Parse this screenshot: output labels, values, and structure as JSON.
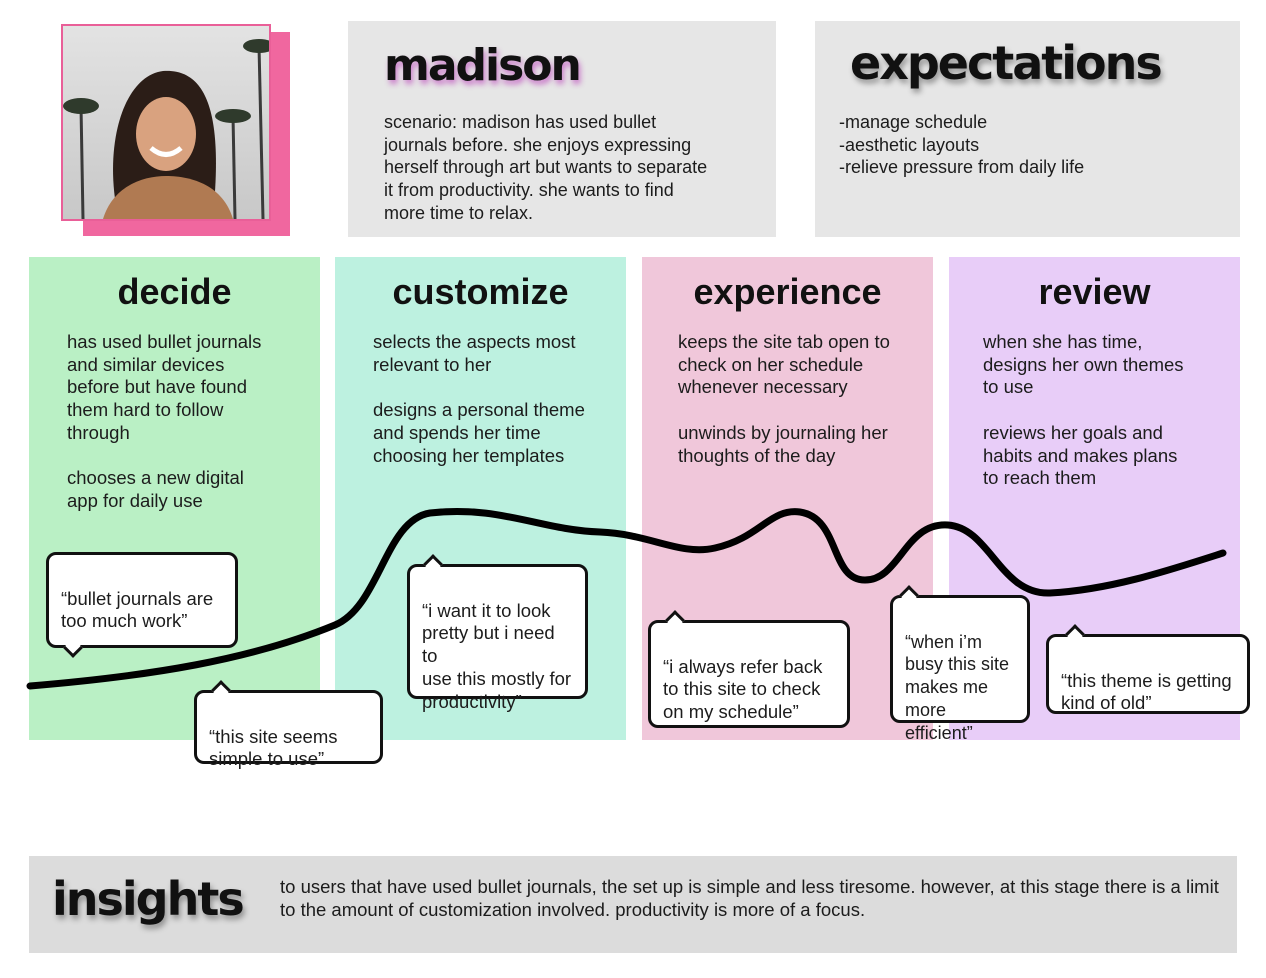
{
  "persona": {
    "name": "madison",
    "scenario": "scenario: madison has used bullet\njournals before. she enjoys expressing\nherself through art but wants to separate\nit from productivity. she wants to find\nmore time to relax."
  },
  "expectations": {
    "title": "expectations",
    "items": "-manage schedule\n-aesthetic layouts\n-relieve pressure from daily life"
  },
  "stages": [
    {
      "title": "decide",
      "text": "has used bullet journals\nand similar devices\nbefore but have found\nthem hard to follow\nthrough\n\nchooses a new digital\napp for daily use",
      "color": "#baf0c5"
    },
    {
      "title": "customize",
      "text": "selects the aspects most\nrelevant to her\n\ndesigns a personal theme\nand spends her time\nchoosing her templates",
      "color": "#bdf1e0"
    },
    {
      "title": "experience",
      "text": "keeps the site tab open to\ncheck on her schedule\nwhenever necessary\n\nunwinds by journaling her\nthoughts of the day",
      "color": "#f0c7da"
    },
    {
      "title": "review",
      "text": "when she has time,\ndesigns her own themes\nto use\n\nreviews her goals and\nhabits and makes plans\nto reach them",
      "color": "#e8cdf8"
    }
  ],
  "quotes": [
    "“bullet journals are\ntoo much work”",
    "“this site seems\nsimple to use”",
    "“i want it to look\npretty but i need to\nuse this mostly for\nproductivity”",
    "“i always refer back\nto this site to check\non my schedule”",
    "“when i’m\nbusy this site\nmakes me\nmore\nefficient”",
    "“this theme is getting\nkind of old”"
  ],
  "insights": {
    "title": "insights",
    "text": "to users that have used bullet journals, the set up is simple and less tiresome. however, at this stage there is a limit to the amount of customization involved. productivity is more of a focus."
  },
  "colors": {
    "accent_pink": "#f0679f",
    "curve": "#000000"
  }
}
